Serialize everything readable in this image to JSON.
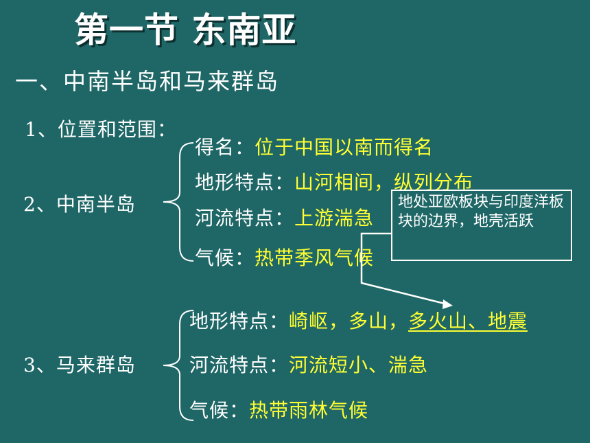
{
  "title": "第一节  东南亚",
  "section": "一、中南半岛和马来群岛",
  "item1": "1、位置和范围：",
  "item2": {
    "label": "2、中南半岛",
    "rows": [
      {
        "key": "得名：",
        "val": "位于中国以南而得名"
      },
      {
        "key": "地形特点：",
        "val": "山河相间，纵列分布"
      },
      {
        "key": "河流特点：",
        "val": "上游湍急"
      },
      {
        "key": "气候：",
        "val": "热带季风气候"
      }
    ]
  },
  "note": "地处亚欧板块与印度洋板块的边界，地壳活跃",
  "item3": {
    "label": "3、马来群岛",
    "rows": [
      {
        "key": "地形特点：",
        "val": "崎岖，多山，",
        "val2": "多火山、地震"
      },
      {
        "key": "河流特点：",
        "val": "河流短小、湍急"
      },
      {
        "key": "气候：",
        "val": "热带雨林气候"
      }
    ]
  },
  "colors": {
    "background": "#1f6666",
    "highlight": "#ffff33",
    "text": "#ffffff"
  }
}
